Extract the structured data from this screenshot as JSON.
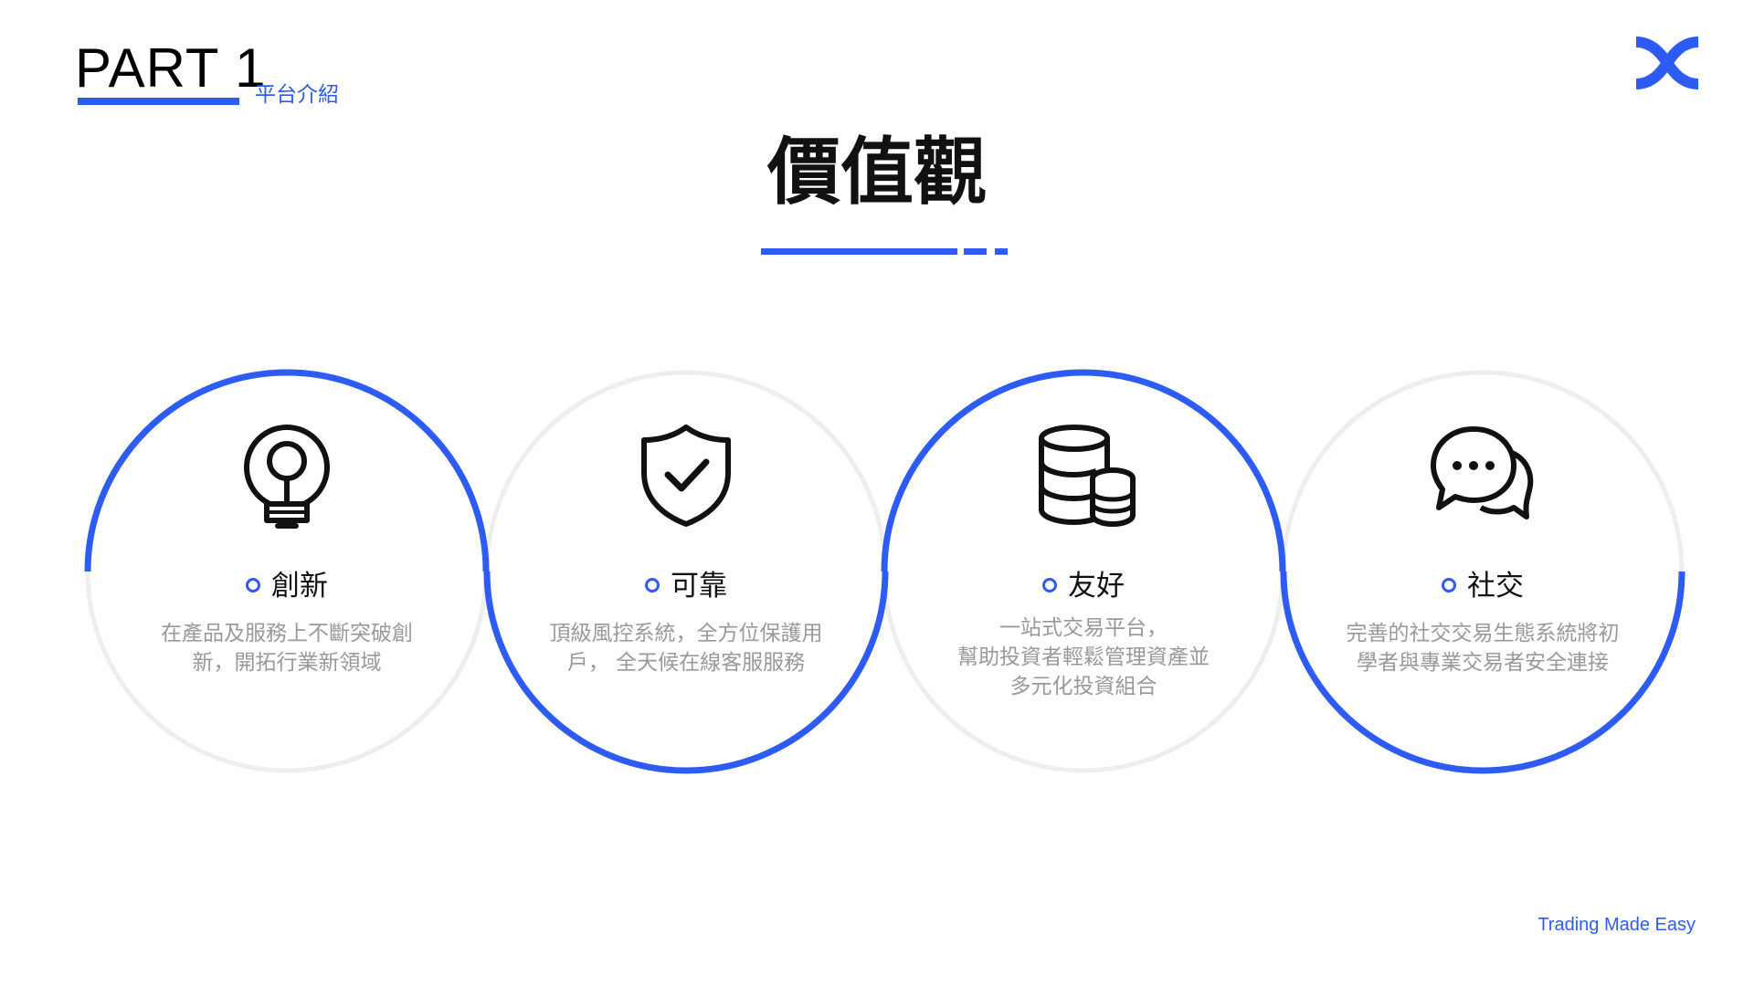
{
  "header": {
    "part_title": "PART 1",
    "part_subtitle": "平台介紹",
    "main_title": "價值觀",
    "logo_icon": "brand-x-logo-icon"
  },
  "values": [
    {
      "icon": "lightbulb-icon",
      "title": "創新",
      "desc_lines": [
        "在產品及服務上不斷突破創",
        "新，開拓行業新領域"
      ]
    },
    {
      "icon": "shield-check-icon",
      "title": "可靠",
      "desc_lines": [
        "頂級風控系統，全方位保護用",
        "戶，  全天候在線客服服務"
      ]
    },
    {
      "icon": "coin-stack-icon",
      "title": "友好",
      "desc_lines": [
        "一站式交易平台，",
        "幫助投資者輕鬆管理資產並",
        "多元化投資組合"
      ]
    },
    {
      "icon": "chat-bubbles-icon",
      "title": "社交",
      "desc_lines": [
        "完善的社交交易生態系統將初",
        "學者與專業交易者安全連接"
      ]
    }
  ],
  "footer": {
    "tagline": "Trading Made Easy"
  },
  "colors": {
    "accent": "#2d5cf5",
    "ring_gray": "#eeeeee",
    "desc_gray": "#999999"
  }
}
